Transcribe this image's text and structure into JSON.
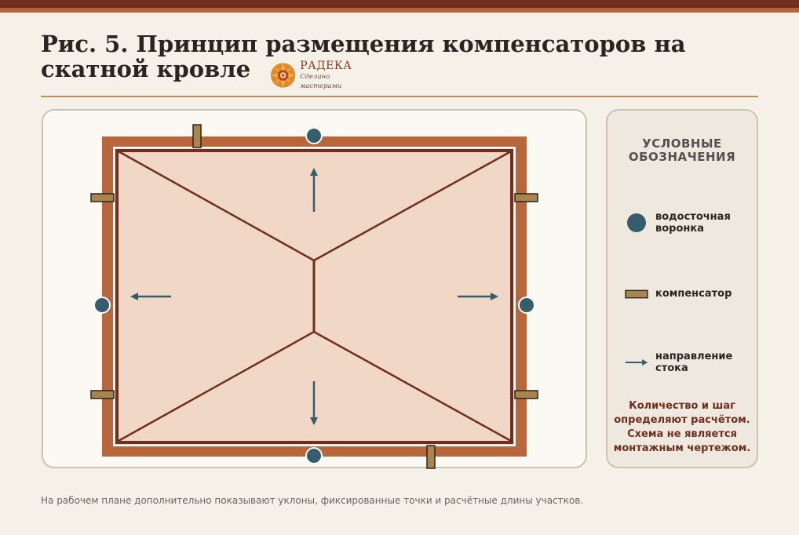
{
  "title": "Рис. 5. Принцип размещения компенсаторов на скатной кровле",
  "logo": {
    "name": "РАДЕКА",
    "tagline": "Сделано мастерами"
  },
  "legend": {
    "title": "УСЛОВНЫЕ ОБОЗНАЧЕНИЯ",
    "items": [
      {
        "symbol": "drain-funnel",
        "label": "водосточная\nворонка"
      },
      {
        "symbol": "compensator",
        "label": "компенсатор"
      },
      {
        "symbol": "flow-arrow",
        "label": "направление\nстока"
      }
    ],
    "note": "Количество и шаг\nопределяют расчётом.\nСхема не является\nмонтажным чертежом."
  },
  "caption": "На рабочем плане дополнительно показывают уклоны, фиксированные точки и расчётные длины участков.",
  "colors": {
    "parapet": "#b8673c",
    "roof_fill": "#f0d7c6",
    "ridge": "#6e2f1e",
    "drain": "#355d6c",
    "compensator": "#a8864c",
    "arrow": "#355d6c"
  }
}
